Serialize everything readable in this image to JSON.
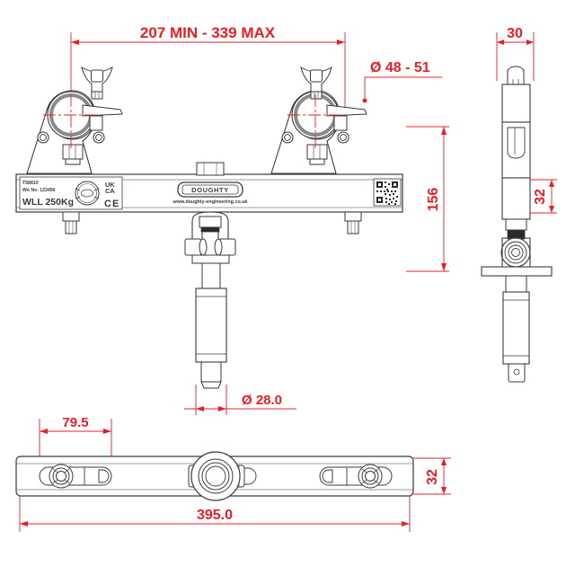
{
  "drawing": {
    "title": "Truss Clamp Hanger Assembly Technical Drawing",
    "background_color": "#ffffff",
    "dimension_color": "#ed1c24",
    "outline_color": "#3a3a3a",
    "shade_color": "#8a8a8a"
  },
  "dimensions": {
    "span_min_max": "207 MIN - 339 MAX",
    "clamp_bore": "Ø 48 - 51",
    "side_width": "30",
    "side_height": "156",
    "side_plate_thickness": "32",
    "tube_diameter": "Ø 28.0",
    "plan_offset": "79.5",
    "plan_overall_length": "395.0",
    "plan_plate_width": "32"
  },
  "label_plate": {
    "part_number": "T58810",
    "work_order": "Wo No. 123456",
    "wll": "WLL 250Kg",
    "brand": "DOUGHTY",
    "website": "www.doughty-engineering.co.uk",
    "ukca_line1": "UK",
    "ukca_line2": "CA",
    "ce_mark": "CE",
    "qr_code": "qr-code-icon",
    "certification_stamp": "circular-test-stamp"
  },
  "views": {
    "front": "front-elevation",
    "side": "side-elevation",
    "plan": "plan-view"
  },
  "components": {
    "left_clamp": "truss-clamp-left",
    "right_clamp": "truss-clamp-right",
    "wing_nut_left": "wing-nut-left",
    "wing_nut_right": "wing-nut-right",
    "cross_beam": "cross-beam-bar",
    "yoke": "pivot-yoke",
    "drop_tube": "drop-tube",
    "end_cap": "tube-end-cap"
  }
}
